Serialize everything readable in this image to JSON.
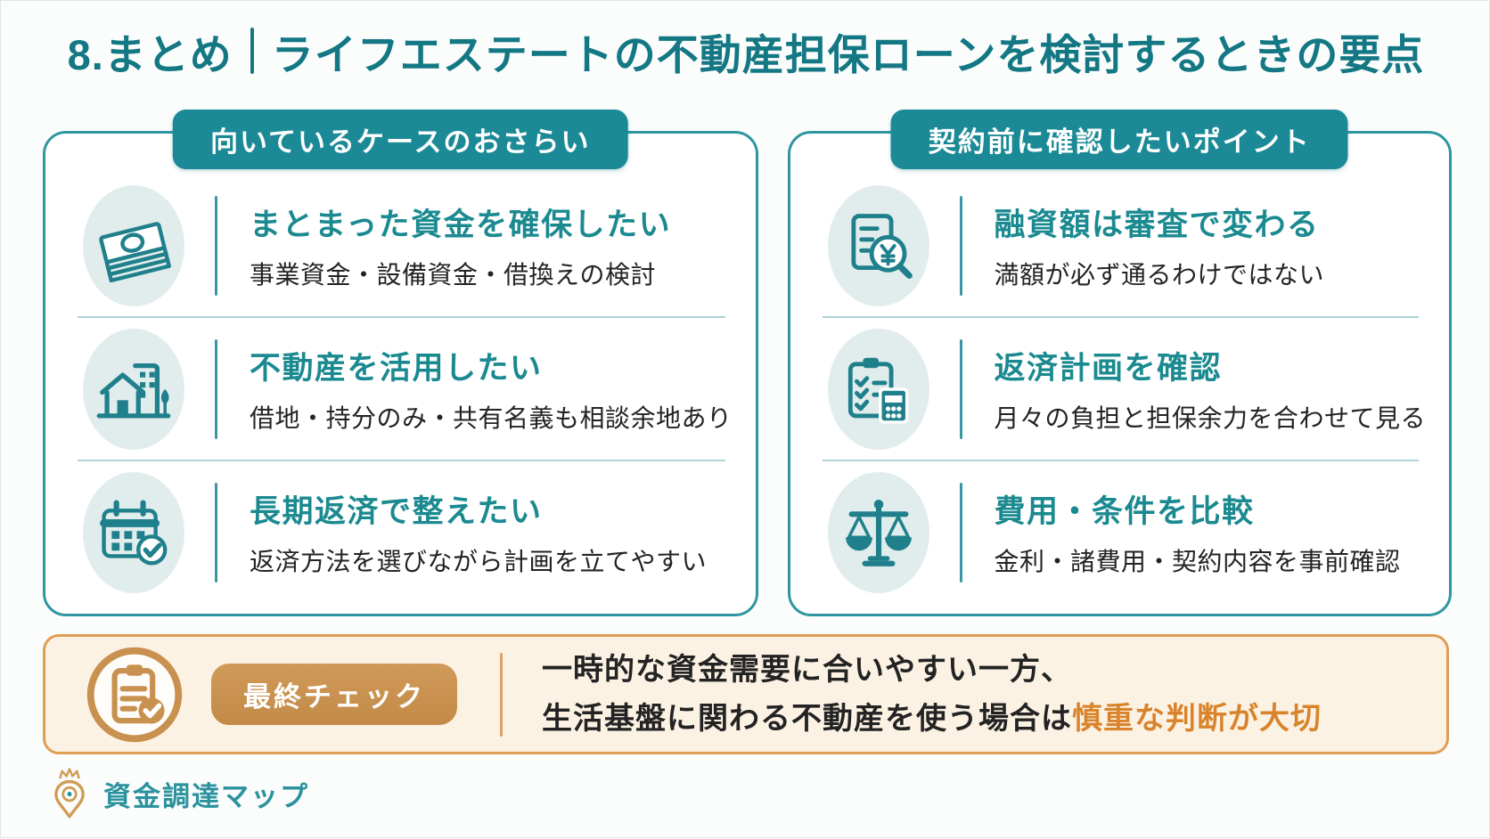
{
  "page": {
    "title_prefix": "8.まとめ",
    "title_main": "ライフエステートの不動産担保ローンを検討するときの要点"
  },
  "panels": [
    {
      "header": "向いているケースのおさらい",
      "items": [
        {
          "icon": "money-stack-icon",
          "title": "まとまった資金を確保したい",
          "desc": "事業資金・設備資金・借換えの検討"
        },
        {
          "icon": "house-building-icon",
          "title": "不動産を活用したい",
          "desc": "借地・持分のみ・共有名義も相談余地あり"
        },
        {
          "icon": "calendar-check-icon",
          "title": "長期返済で整えたい",
          "desc": "返済方法を選びながら計画を立てやすい"
        }
      ]
    },
    {
      "header": "契約前に確認したいポイント",
      "items": [
        {
          "icon": "document-yen-magnifier-icon",
          "title": "融資額は審査で変わる",
          "desc": "満額が必ず通るわけではない"
        },
        {
          "icon": "clipboard-calculator-icon",
          "title": "返済計画を確認",
          "desc": "月々の負担と担保余力を合わせて見る"
        },
        {
          "icon": "balance-scale-icon",
          "title": "費用・条件を比較",
          "desc": "金利・諸費用・契約内容を事前確認"
        }
      ]
    }
  ],
  "final_check": {
    "icon": "clipboard-check-circle-icon",
    "badge": "最終チェック",
    "line1": "一時的な資金需要に合いやすい一方、",
    "line2_normal": "生活基盤に関わる不動産を使う場合は",
    "line2_accent": "慎重な判断が大切"
  },
  "footer": {
    "logo_icon": "map-pin-crown-icon",
    "brand": "資金調達マップ"
  },
  "colors": {
    "teal_title": "#147884",
    "teal_badge": "#1b8a96",
    "teal_item_title": "#1b8a90",
    "panel_border": "#2e96a1",
    "icon_circle_bg": "#e1edec",
    "row_divider": "#aed3d8",
    "body_text": "#232323",
    "final_bg": "#fcf2e4",
    "final_border": "#e09d55",
    "final_badge_bg": "#c9914f",
    "accent_orange": "#d9842c",
    "logo_gold": "#cf9c55",
    "brand_teal": "#2b929e"
  }
}
